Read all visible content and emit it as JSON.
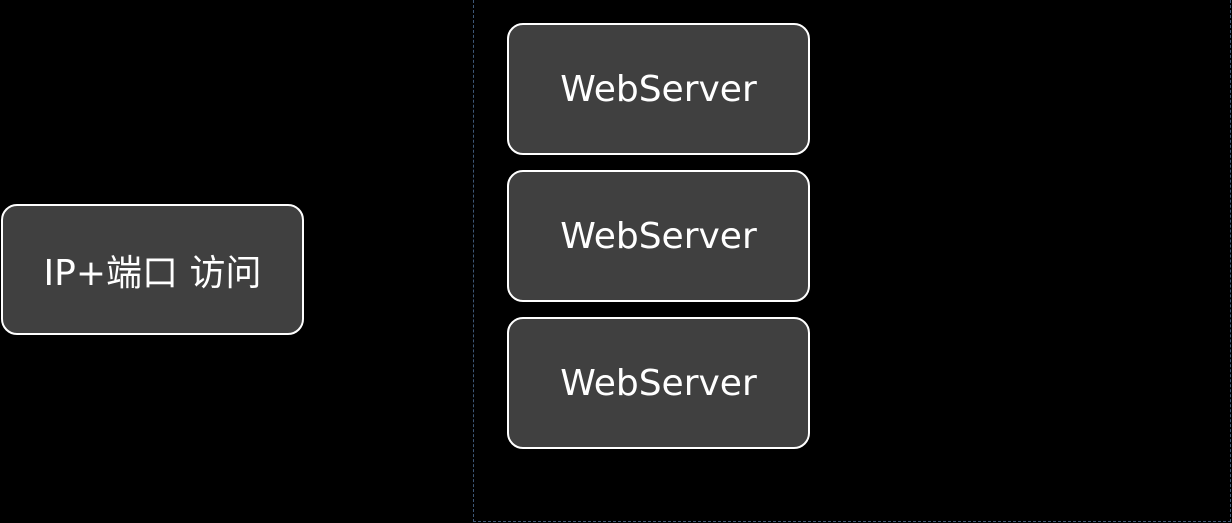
{
  "client": {
    "label": "IP+端口 访问"
  },
  "server_group": {
    "servers": [
      {
        "label": "WebServer"
      },
      {
        "label": "WebServer"
      },
      {
        "label": "WebServer"
      }
    ]
  },
  "colors": {
    "background": "#000000",
    "box_fill": "#404040",
    "box_border": "#ffffff",
    "text": "#ffffff",
    "group_border": "#3e5775"
  }
}
